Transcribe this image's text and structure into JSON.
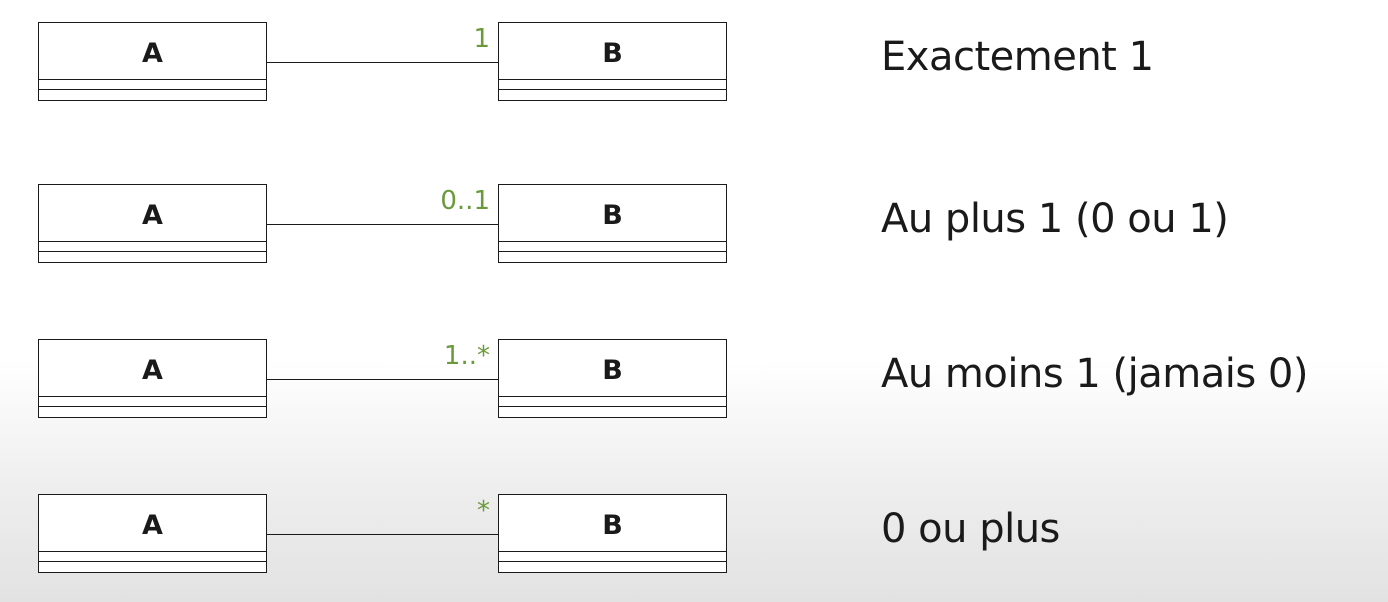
{
  "rows": [
    {
      "class_a": "A",
      "class_b": "B",
      "multiplicity": "1",
      "description": "Exactement 1"
    },
    {
      "class_a": "A",
      "class_b": "B",
      "multiplicity": "0..1",
      "description": "Au plus 1 (0 ou 1)"
    },
    {
      "class_a": "A",
      "class_b": "B",
      "multiplicity": "1..*",
      "description": "Au moins 1 (jamais 0)"
    },
    {
      "class_a": "A",
      "class_b": "B",
      "multiplicity": "*",
      "description": "0 ou plus"
    }
  ],
  "colors": {
    "multiplicity": "#6a9a3a",
    "line": "#1a1a1a"
  }
}
